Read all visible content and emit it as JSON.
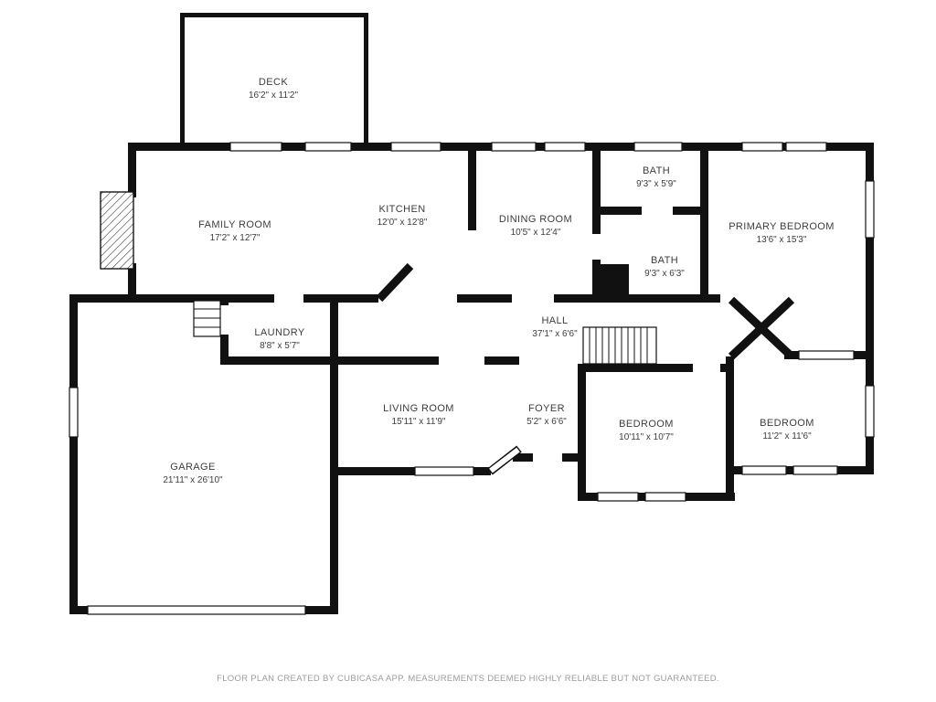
{
  "plan": {
    "rooms": [
      {
        "id": "deck",
        "name": "DECK",
        "dims": "16'2\" x 11'2\""
      },
      {
        "id": "family-room",
        "name": "FAMILY ROOM",
        "dims": "17'2\" x 12'7\""
      },
      {
        "id": "kitchen",
        "name": "KITCHEN",
        "dims": "12'0\" x 12'8\""
      },
      {
        "id": "dining-room",
        "name": "DINING ROOM",
        "dims": "10'5\" x 12'4\""
      },
      {
        "id": "bath-upper",
        "name": "BATH",
        "dims": "9'3\" x 5'9\""
      },
      {
        "id": "primary-bedroom",
        "name": "PRIMARY BEDROOM",
        "dims": "13'6\" x 15'3\""
      },
      {
        "id": "bath-lower",
        "name": "BATH",
        "dims": "9'3\" x 6'3\""
      },
      {
        "id": "laundry",
        "name": "LAUNDRY",
        "dims": "8'8\" x 5'7\""
      },
      {
        "id": "hall",
        "name": "HALL",
        "dims": "37'1\" x 6'6\""
      },
      {
        "id": "living-room",
        "name": "LIVING ROOM",
        "dims": "15'11\" x 11'9\""
      },
      {
        "id": "foyer",
        "name": "FOYER",
        "dims": "5'2\" x 6'6\""
      },
      {
        "id": "bedroom-middle",
        "name": "BEDROOM",
        "dims": "10'11\" x 10'7\""
      },
      {
        "id": "bedroom-right",
        "name": "BEDROOM",
        "dims": "11'2\" x 11'6\""
      },
      {
        "id": "garage",
        "name": "GARAGE",
        "dims": "21'11\" x 26'10\""
      }
    ],
    "footer_text": "FLOOR PLAN CREATED BY CUBICASA APP. MEASUREMENTS DEEMED HIGHLY RELIABLE BUT NOT GUARANTEED.",
    "colors": {
      "wall": "#111111",
      "label": "#3d3d3d",
      "footer": "#9b9b9b"
    }
  }
}
